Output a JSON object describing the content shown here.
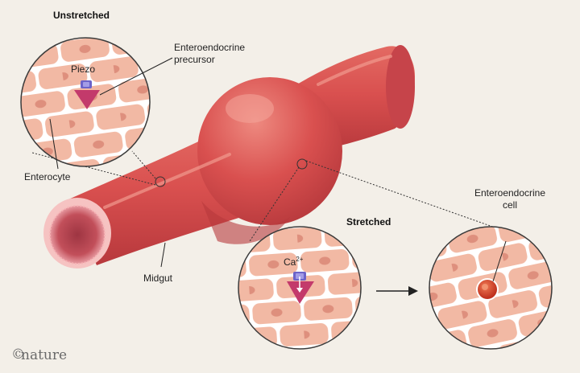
{
  "labels": {
    "unstretched": "Unstretched",
    "piezo": "Piezo",
    "precursor_line1": "Enteroendocrine",
    "precursor_line2": "precursor",
    "enterocyte": "Enterocyte",
    "midgut": "Midgut",
    "stretched": "Stretched",
    "calcium": "Ca",
    "calcium_charge": "2+",
    "cell_line1": "Enteroendocrine",
    "cell_line2": "cell"
  },
  "brand": {
    "text": "nature",
    "symbol": "©"
  },
  "colors": {
    "background": "#f3efe8",
    "gut": "#d9504f",
    "gut_dark": "#b7383c",
    "cell_fill": "#f2b9a4",
    "cell_border": "#ffffff",
    "nucleus": "#de8f7d",
    "precursor": "#c33a6b",
    "piezo": "#6c63c9",
    "ee_cell": "#d8452d"
  },
  "icons": [
    "copyright-icon",
    "arrow-right-icon",
    "piezo-channel-icon",
    "down-arrow-icon"
  ]
}
